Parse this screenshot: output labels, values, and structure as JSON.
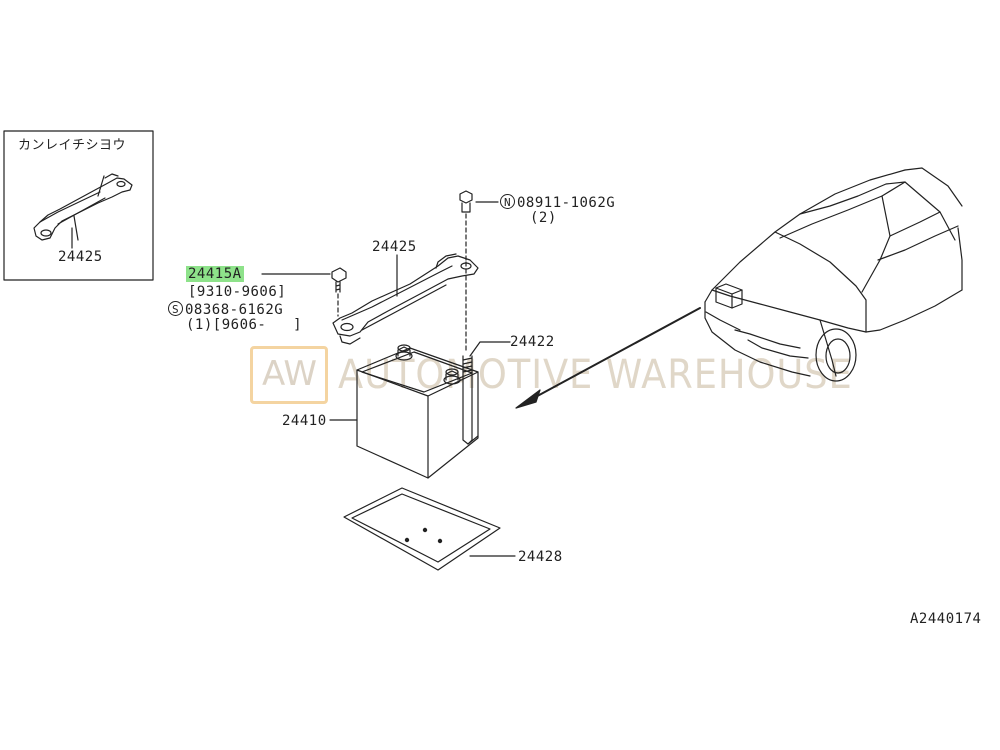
{
  "inset": {
    "title": "カンレイチシヨウ",
    "part_number": "24425"
  },
  "labels": {
    "part_24415a": "24415A",
    "date_range_24415a": "[9310-9606]",
    "bolt_symbol": "S",
    "bolt_part": "08368-6162G",
    "bolt_qty_range": "(1)[9606-   ]",
    "nut_symbol": "N",
    "nut_part": "08911-1062G",
    "nut_qty": "(2)",
    "part_24425": "24425",
    "part_24422": "24422",
    "part_24410": "24410",
    "part_24428": "24428",
    "diagram_id": "A2440174"
  },
  "watermark": {
    "logo": "AW",
    "text": "AUTOMOTIVE WAREHOUSE"
  },
  "colors": {
    "highlight": "#8ee28a",
    "line": "#222222",
    "watermark": "#ddd3c3"
  }
}
